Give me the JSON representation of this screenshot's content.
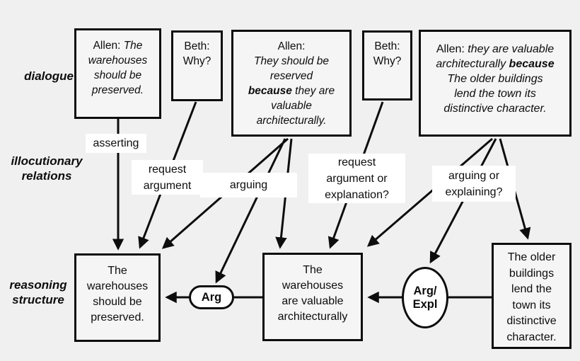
{
  "row_labels": {
    "dialogue": "dialogue",
    "illocutionary": "illocutionary\nrelations",
    "reasoning": "reasoning\nstructure"
  },
  "dialogue_boxes": {
    "allen1": {
      "runs": [
        {
          "t": "Allen: "
        },
        {
          "t": "The\nwarehouses\nshould be\npreserved.",
          "i": 1
        }
      ]
    },
    "beth1": {
      "runs": [
        {
          "t": "Beth:\nWhy?"
        }
      ]
    },
    "allen2": {
      "runs": [
        {
          "t": "Allen:\n"
        },
        {
          "t": "They should be\nreserved\n",
          "i": 1
        },
        {
          "t": "because",
          "i": 1,
          "b": 1
        },
        {
          "t": " they are\nvaluable\narchitecturally.",
          "i": 1
        }
      ]
    },
    "beth2": {
      "runs": [
        {
          "t": "Beth:\nWhy?"
        }
      ]
    },
    "allen3": {
      "runs": [
        {
          "t": "Allen: "
        },
        {
          "t": "they are valuable\narchitecturally ",
          "i": 1
        },
        {
          "t": "because",
          "i": 1,
          "b": 1
        },
        {
          "t": "\nThe older buildings\nlend the town its\ndistinctive character.",
          "i": 1
        }
      ]
    }
  },
  "relation_labels": {
    "asserting": "asserting",
    "request_argument": "request\nargument",
    "arguing": "arguing",
    "request_argument_or_explanation": "request\nargument or\nexplanation?",
    "arguing_or_explaining": "arguing or\nexplaining?"
  },
  "reasoning_boxes": {
    "warehouses_preserved": "The\nwarehouses\nshould be\npreserved.",
    "warehouses_valuable": "The\nwarehouses\nare valuable\narchitecturally",
    "older_buildings": "The older\nbuildings\nlend the\ntown its\ndistinctive\ncharacter."
  },
  "nodes": {
    "arg": "Arg",
    "arg_expl": "Arg/\nExpl"
  },
  "colors": {
    "background": "#f0f0f0",
    "box_fill": "#f5f5f5",
    "label_background": "#ffffff",
    "line": "#0d0d0d"
  }
}
